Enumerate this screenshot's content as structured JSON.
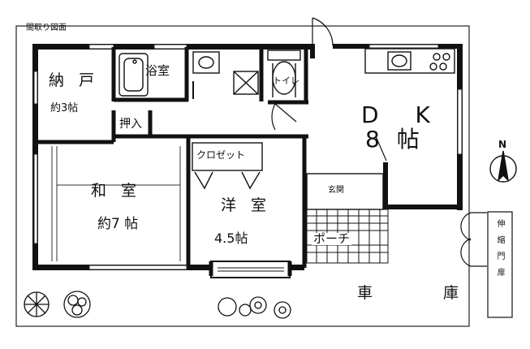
{
  "header": {
    "caption": "間取り図面"
  },
  "rooms": {
    "storage": {
      "name": "納 戸",
      "size": "約3帖"
    },
    "bath": {
      "name": "浴室"
    },
    "toilet": {
      "name": "トイレ"
    },
    "closet_push": {
      "name": "押入"
    },
    "closet": {
      "name": "クロゼット"
    },
    "dk": {
      "name": "D K",
      "size": "8 帖"
    },
    "washitsu": {
      "name": "和 室",
      "size": "約7 帖"
    },
    "youshitsu": {
      "name": "洋 室",
      "size": "4.5帖"
    },
    "entrance": {
      "name": "玄関"
    },
    "porch": {
      "name": "ポーチ"
    }
  },
  "exterior": {
    "garage": "車　庫",
    "gate": "伸縮門扉",
    "north": "N"
  }
}
